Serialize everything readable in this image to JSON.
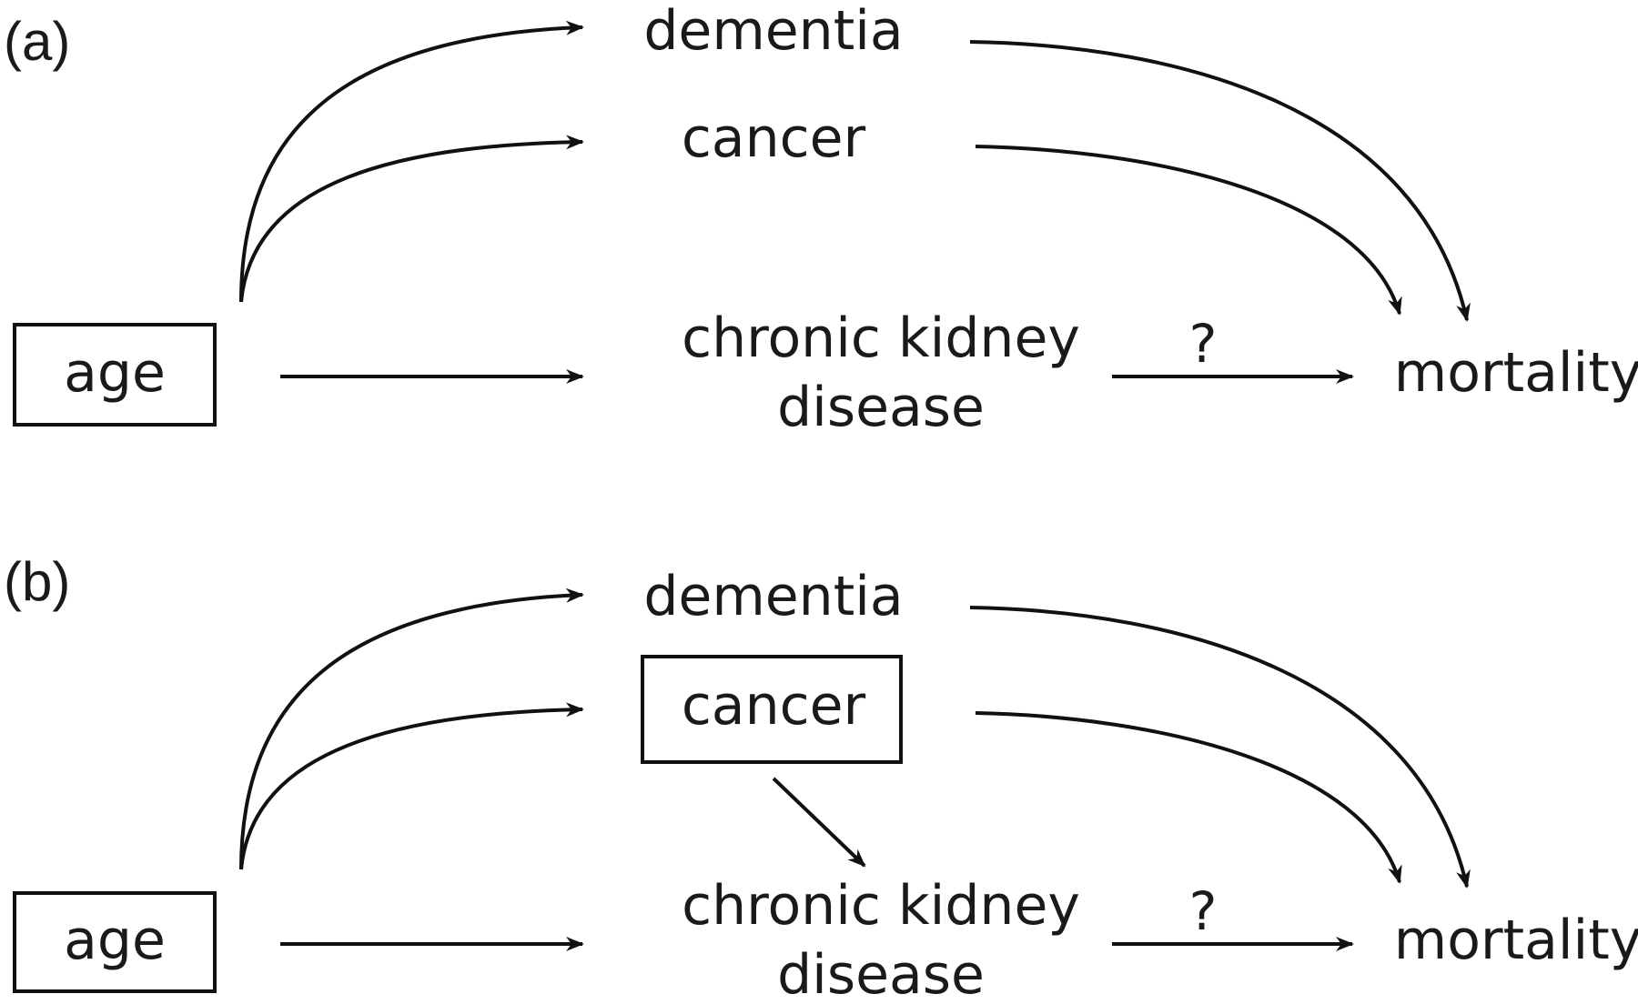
{
  "panel_a": {
    "label": "(a)",
    "nodes": {
      "dementia": "dementia",
      "cancer": "cancer",
      "age": "age",
      "ckd_line1": "chronic kidney",
      "ckd_line2": "disease",
      "mortality": "mortality"
    },
    "question_mark": "?"
  },
  "panel_b": {
    "label": "(b)",
    "nodes": {
      "dementia": "dementia",
      "cancer": "cancer",
      "age": "age",
      "ckd_line1": "chronic kidney",
      "ckd_line2": "disease",
      "mortality": "mortality"
    },
    "question_mark": "?"
  }
}
